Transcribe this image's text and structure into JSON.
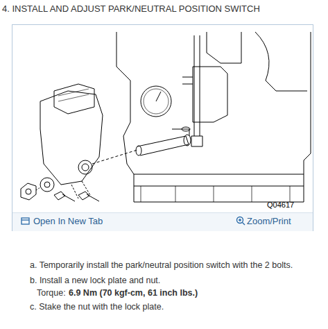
{
  "diagram": {
    "title": "4. INSTALL AND ADJUST PARK/NEUTRAL POSITION SWITCH",
    "labels": [
      "Q04617",
      "Open In New Tab",
      "Zoom/Print",
      "a. Temporarily install the park/neutral position switch with the 2 bolts.",
      "b. Install a new lock plate and nut.",
      "Torque:",
      "6.9 Nm (70 kgf-cm, 61 inch lbs.)",
      "c. Stake the nut with the lock plate."
    ]
  }
}
